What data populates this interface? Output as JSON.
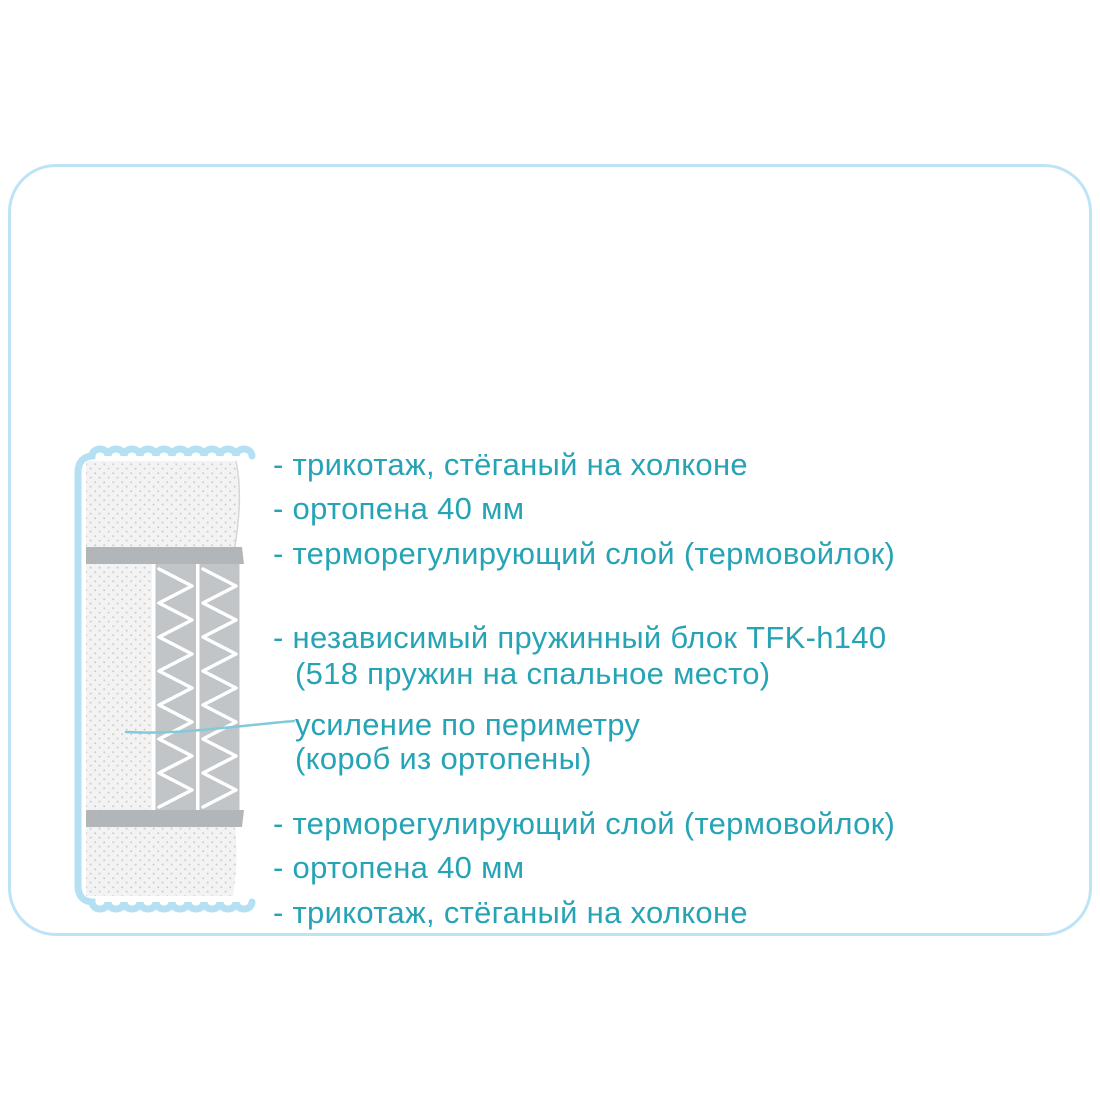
{
  "colors": {
    "text_accent": "#26a4b6",
    "cover_blue": "#b5e0f3",
    "card_border": "#bde4f6",
    "layer_gray": "#b3b6b8",
    "spring_gray": "#c2c5c7",
    "leader_line": "#82cadb"
  },
  "labels": {
    "top_cover": "- трикотаж, стёганый на холконе",
    "top_foam": "- ортопена 40 мм",
    "top_thermo": "- терморегулирующий слой (термовойлок)",
    "spring_block": "- независимый пружинный блок TFK-h140",
    "spring_block_note": "(518 пружин на спальное место)",
    "perimeter": "усиление по периметру",
    "perimeter_note": "(короб из ортопены)",
    "bottom_thermo": "- терморегулирующий слой (термовойлок)",
    "bottom_foam": "- ортопена 40 мм",
    "bottom_cover": "- трикотаж, стёганый на холконе"
  }
}
